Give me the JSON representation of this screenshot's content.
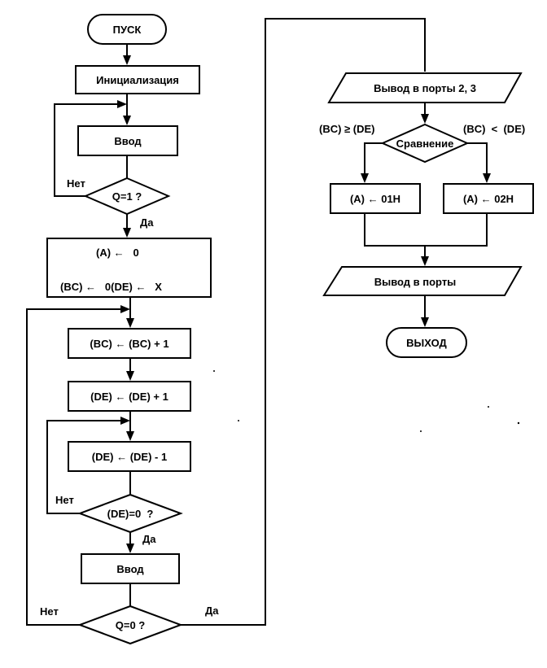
{
  "flowchart": {
    "start": "ПУСК",
    "init": "Инициализация",
    "input1": "Ввод",
    "decision_q1": "Q=1 ?",
    "no": "Нет",
    "yes": "Да",
    "assign_a": "(A) ←   0",
    "assign_bc_de": "(BC) ←   0(DE) ←   X",
    "inc_bc": "(BC) ← (BC) + 1",
    "inc_de": "(DE) ← (DE) + 1",
    "dec_de": "(DE) ← (DE) - 1",
    "decision_de": "(DE)=0  ?",
    "input2": "Ввод",
    "decision_q0": "Q=0 ?",
    "output_ports_23": "Вывод в порты 2, 3",
    "compare": "Сравнение",
    "cond_ge": "(BC) ≥ (DE)",
    "cond_lt": "(BC)  <  (DE)",
    "set_01": "(A) ← 01H",
    "set_02": "(A) ← 02H",
    "output_ports": "Вывод в порты",
    "exit": "ВЫХОД"
  }
}
